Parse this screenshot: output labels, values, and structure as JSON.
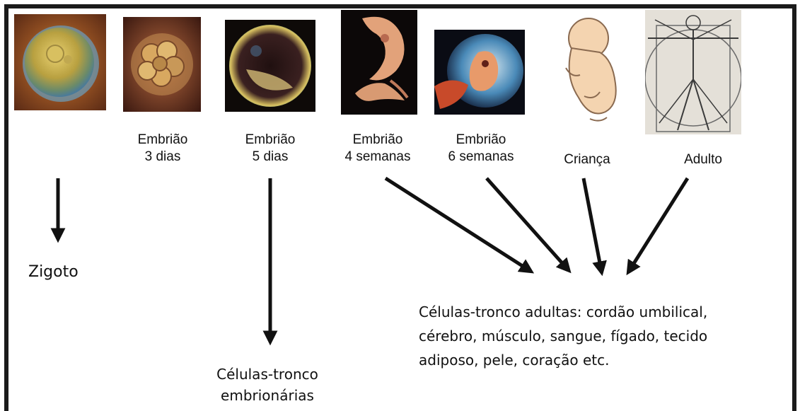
{
  "stages": [
    {
      "id": "zigoto",
      "label_lines": []
    },
    {
      "id": "embriao-3-dias",
      "label_lines": [
        "Embrião",
        "3 dias"
      ]
    },
    {
      "id": "embriao-5-dias",
      "label_lines": [
        "Embrião",
        "5 dias"
      ]
    },
    {
      "id": "embriao-4-semanas",
      "label_lines": [
        "Embrião",
        "4 semanas"
      ]
    },
    {
      "id": "embriao-6-semanas",
      "label_lines": [
        "Embrião",
        "6 semanas"
      ]
    },
    {
      "id": "crianca",
      "label_lines": [
        "Criança"
      ]
    },
    {
      "id": "adulto",
      "label_lines": [
        "Adulto"
      ]
    }
  ],
  "outcomes": {
    "zigoto": "Zigoto",
    "embryonic_lines": [
      "Células-tronco",
      "embrionárias"
    ],
    "adult_lines": [
      "Células-tronco adultas: cordão umbilical,",
      "cérebro, músculo, sangue, fígado, tecido",
      "adiposo, pele, coração etc."
    ]
  },
  "colors": {
    "border": "#1b1b1b",
    "arrow": "#111111",
    "text": "#111111"
  }
}
